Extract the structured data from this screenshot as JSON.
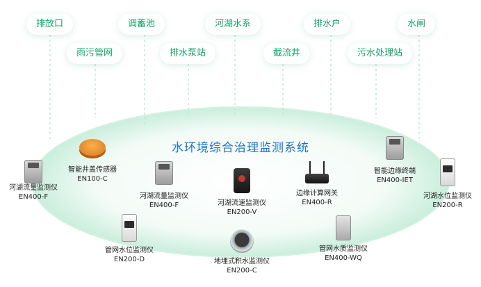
{
  "top_labels": [
    "排放口",
    "调蓄池",
    "河湖水系",
    "排水户",
    "水闸"
  ],
  "mid_labels": [
    "雨污管网",
    "排水泵站",
    "截流井",
    "污水处理站"
  ],
  "title": "水环境综合治理监测系统",
  "devices": [
    {
      "name": "智能井盖传感器",
      "model": "EN100-C",
      "icon": "manhole-cover-sensor-icon"
    },
    {
      "name": "河湖流量监测仪",
      "model": "EN400-F",
      "icon": "flow-meter-icon"
    },
    {
      "name": "河湖流量监测仪",
      "model": "EN400-F",
      "icon": "flow-meter-icon"
    },
    {
      "name": "河湖流速监测仪",
      "model": "EN200-V",
      "icon": "velocity-meter-icon"
    },
    {
      "name": "边缘计算网关",
      "model": "EN400-R",
      "icon": "edge-gateway-icon"
    },
    {
      "name": "智能边缘终端",
      "model": "EN400-IET",
      "icon": "edge-terminal-icon"
    },
    {
      "name": "河湖水位监测仪",
      "model": "EN200-R",
      "icon": "level-meter-icon"
    },
    {
      "name": "管网水位监测仪",
      "model": "EN200-D",
      "icon": "pipe-level-meter-icon"
    },
    {
      "name": "地埋式积水监测仪",
      "model": "EN200-C",
      "icon": "buried-waterlogging-meter-icon"
    },
    {
      "name": "管网水质监测仪",
      "model": "EN400-WQ",
      "icon": "water-quality-meter-icon"
    }
  ],
  "colors": {
    "accent_green": "#13a36b",
    "title_blue": "#1c75c4",
    "ellipse_fill": "#d9f5e8"
  }
}
